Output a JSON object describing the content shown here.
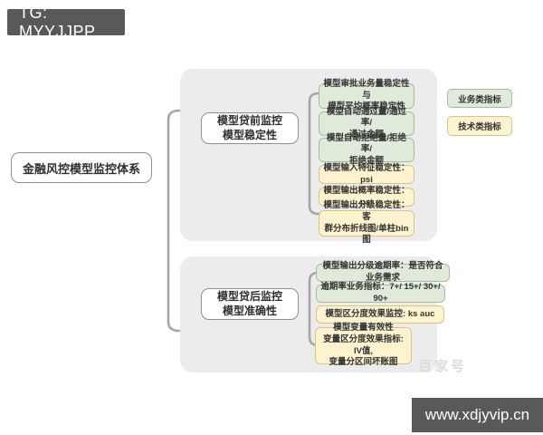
{
  "badges": {
    "top_left": "TG: MYYJJPP",
    "bottom_right": "www.xdjyvip.cn"
  },
  "watermark": "百家号",
  "root": {
    "title": "金融风控模型监控体系"
  },
  "legend": [
    {
      "label": "业务类指标",
      "type": "business"
    },
    {
      "label": "技术类指标",
      "type": "technical"
    }
  ],
  "branches": [
    {
      "title": "模型贷前监控\n模型稳定性",
      "items": [
        {
          "text": "模型审批业务量稳定性与\n模型平均概率稳定性",
          "type": "business"
        },
        {
          "text": "模型自动通过量/通过率/\n通过金额",
          "type": "business"
        },
        {
          "text": "模型自动拒绝量/拒绝率/\n拒绝金额",
          "type": "business"
        },
        {
          "text": "模型输入特征稳定性：psi",
          "type": "technical"
        },
        {
          "text": "模型输出概率稳定性：psi",
          "type": "technical"
        },
        {
          "text": "模型输出分级稳定性：客\n群分布折线图/单柱bin图",
          "type": "technical"
        }
      ]
    },
    {
      "title": "模型贷后监控\n模型准确性",
      "items": [
        {
          "text": "模型输出分级逾期率：是否符合业务需求",
          "type": "business"
        },
        {
          "text": "逾期率业务指标：7+/ 15+/ 30+/ 90+",
          "type": "business"
        },
        {
          "text": "模型区分度效果监控: ks auc",
          "type": "technical"
        },
        {
          "text": "模型变量有效性\n变量区分度效果指标: IV值,\n变量分区间坏账图",
          "type": "technical"
        }
      ]
    }
  ],
  "colors": {
    "business_fill": "#dfeada",
    "business_border": "#a3c094",
    "technical_fill": "#fdf3cf",
    "technical_border": "#d9c488",
    "panel": "#ececec",
    "badge": "#58595b",
    "connector": "#a6a6a6"
  }
}
